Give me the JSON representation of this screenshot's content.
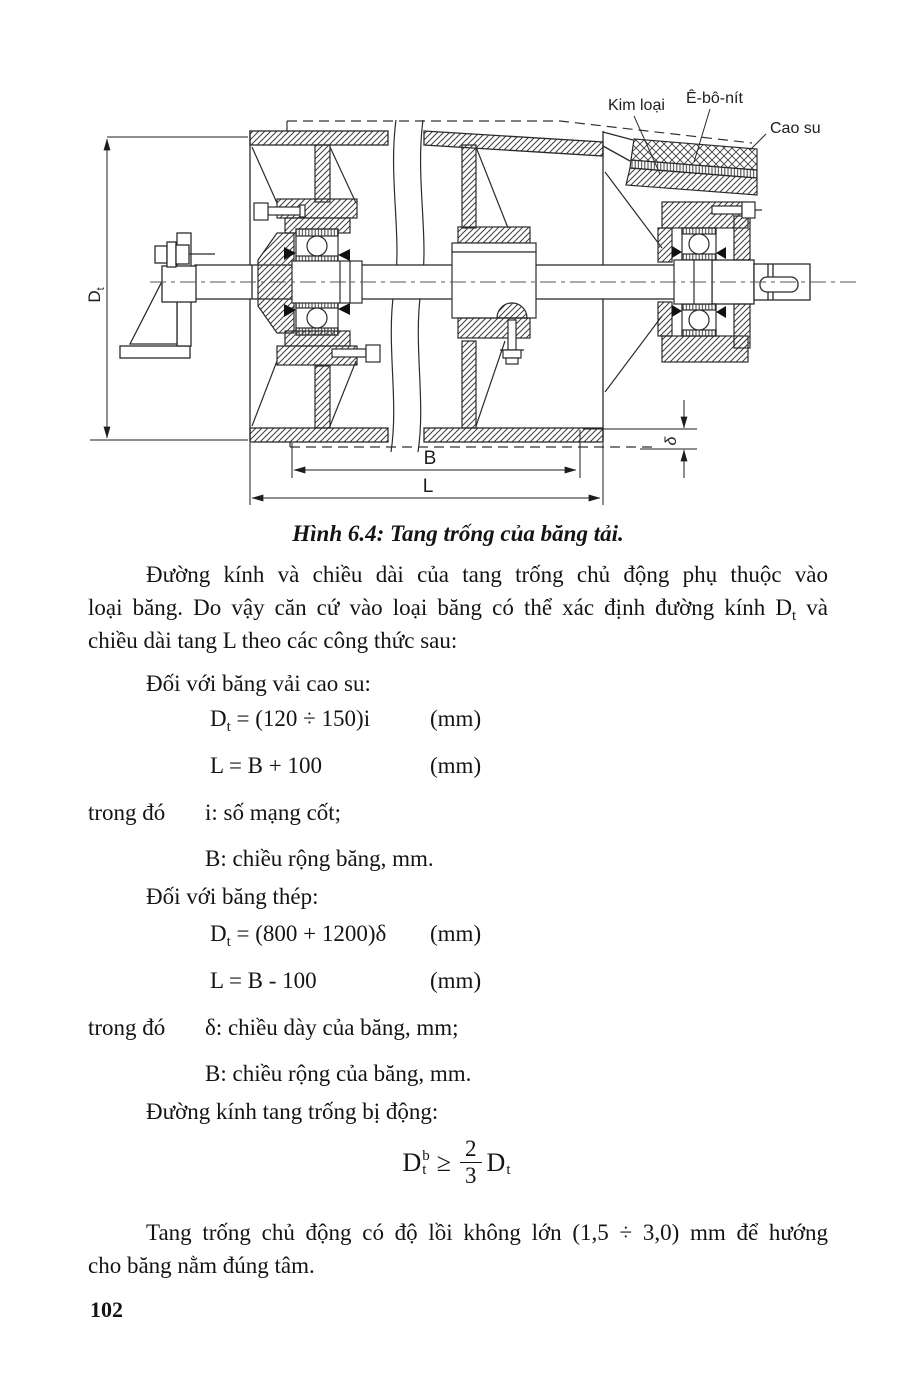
{
  "figure": {
    "caption": "Hình 6.4: Tang trống của băng tải.",
    "labels": {
      "metal": "Kim loại",
      "ebonite": "Ê-bô-nít",
      "rubber": "Cao su",
      "diameter_main": "D",
      "diameter_sub": "t",
      "width_b": "B",
      "length_l": "L",
      "delta": "δ"
    }
  },
  "content": {
    "para1": {
      "line1": "Đường kính và chiều dài của tang trống chủ động phụ thuộc vào",
      "line2_a": "loại băng. Do vậy căn cứ vào loại băng có thể xác định đường kính D",
      "line2_sub": "t",
      "line2_b": " và",
      "line3": "chiều dài tang L theo các công thức sau:"
    },
    "section_fabric": {
      "heading": "Đối với băng vải cao su:",
      "f1_lhs": "D",
      "f1_sub": "t",
      "f1_rhs": " = (120 ÷ 150)i",
      "f1_unit": "(mm)",
      "f2": "L = B + 100",
      "f2_unit": "(mm)",
      "where_label": "trong đó",
      "where_i": "i: số mạng cốt;",
      "where_b": "B: chiều rộng băng, mm."
    },
    "section_steel": {
      "heading": "Đối với băng thép:",
      "f3_lhs": "D",
      "f3_sub": "t",
      "f3_rhs": " = (800 + 1200)δ",
      "f3_unit": "(mm)",
      "f4": "L = B - 100",
      "f4_unit": "(mm)",
      "where_label": "trong đó",
      "where_delta": "δ: chiều dày của băng, mm;",
      "where_b": "B: chiều rộng của băng, mm."
    },
    "section_driven": {
      "heading": "Đường kính tang trống bị động:",
      "formula": {
        "d1": "D",
        "d1_sup": "b",
        "d1_sub": "t",
        "op": "≥",
        "num": "2",
        "den": "3",
        "d2": "D",
        "d2_sub": "t"
      }
    },
    "para2": {
      "line1": "Tang trống chủ động có độ lồi không lớn (1,5 ÷ 3,0) mm để hướng",
      "line2": "cho băng nằm đúng tâm."
    },
    "page_number": "102"
  }
}
